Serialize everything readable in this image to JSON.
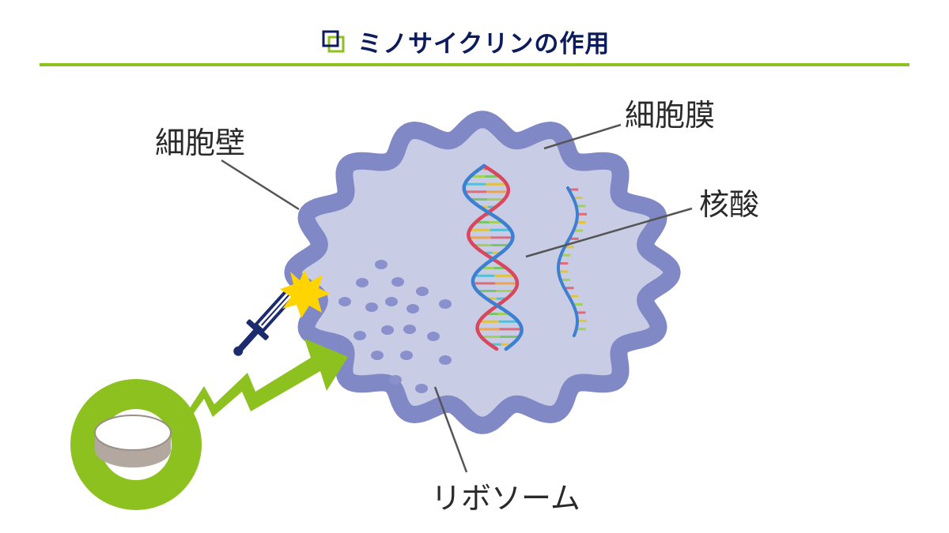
{
  "header": {
    "title": "ミノサイクリンの作用"
  },
  "labels": {
    "cell_wall": "細胞壁",
    "cell_membrane": "細胞膜",
    "nucleic_acid": "核酸",
    "ribosome": "リボソーム"
  },
  "colors": {
    "accent_green": "#8cc11f",
    "title_navy": "#0b1b5c",
    "cell_wall": "#8088c6",
    "cytoplasm": "#c8cde5",
    "ribosome": "#8a90cc",
    "sword": "#1c2a6e",
    "spark": "#ffd400"
  },
  "icons": [
    "title-square-icon",
    "tablet-icon",
    "lightning-arrow-icon",
    "sword-icon",
    "spark-icon"
  ]
}
